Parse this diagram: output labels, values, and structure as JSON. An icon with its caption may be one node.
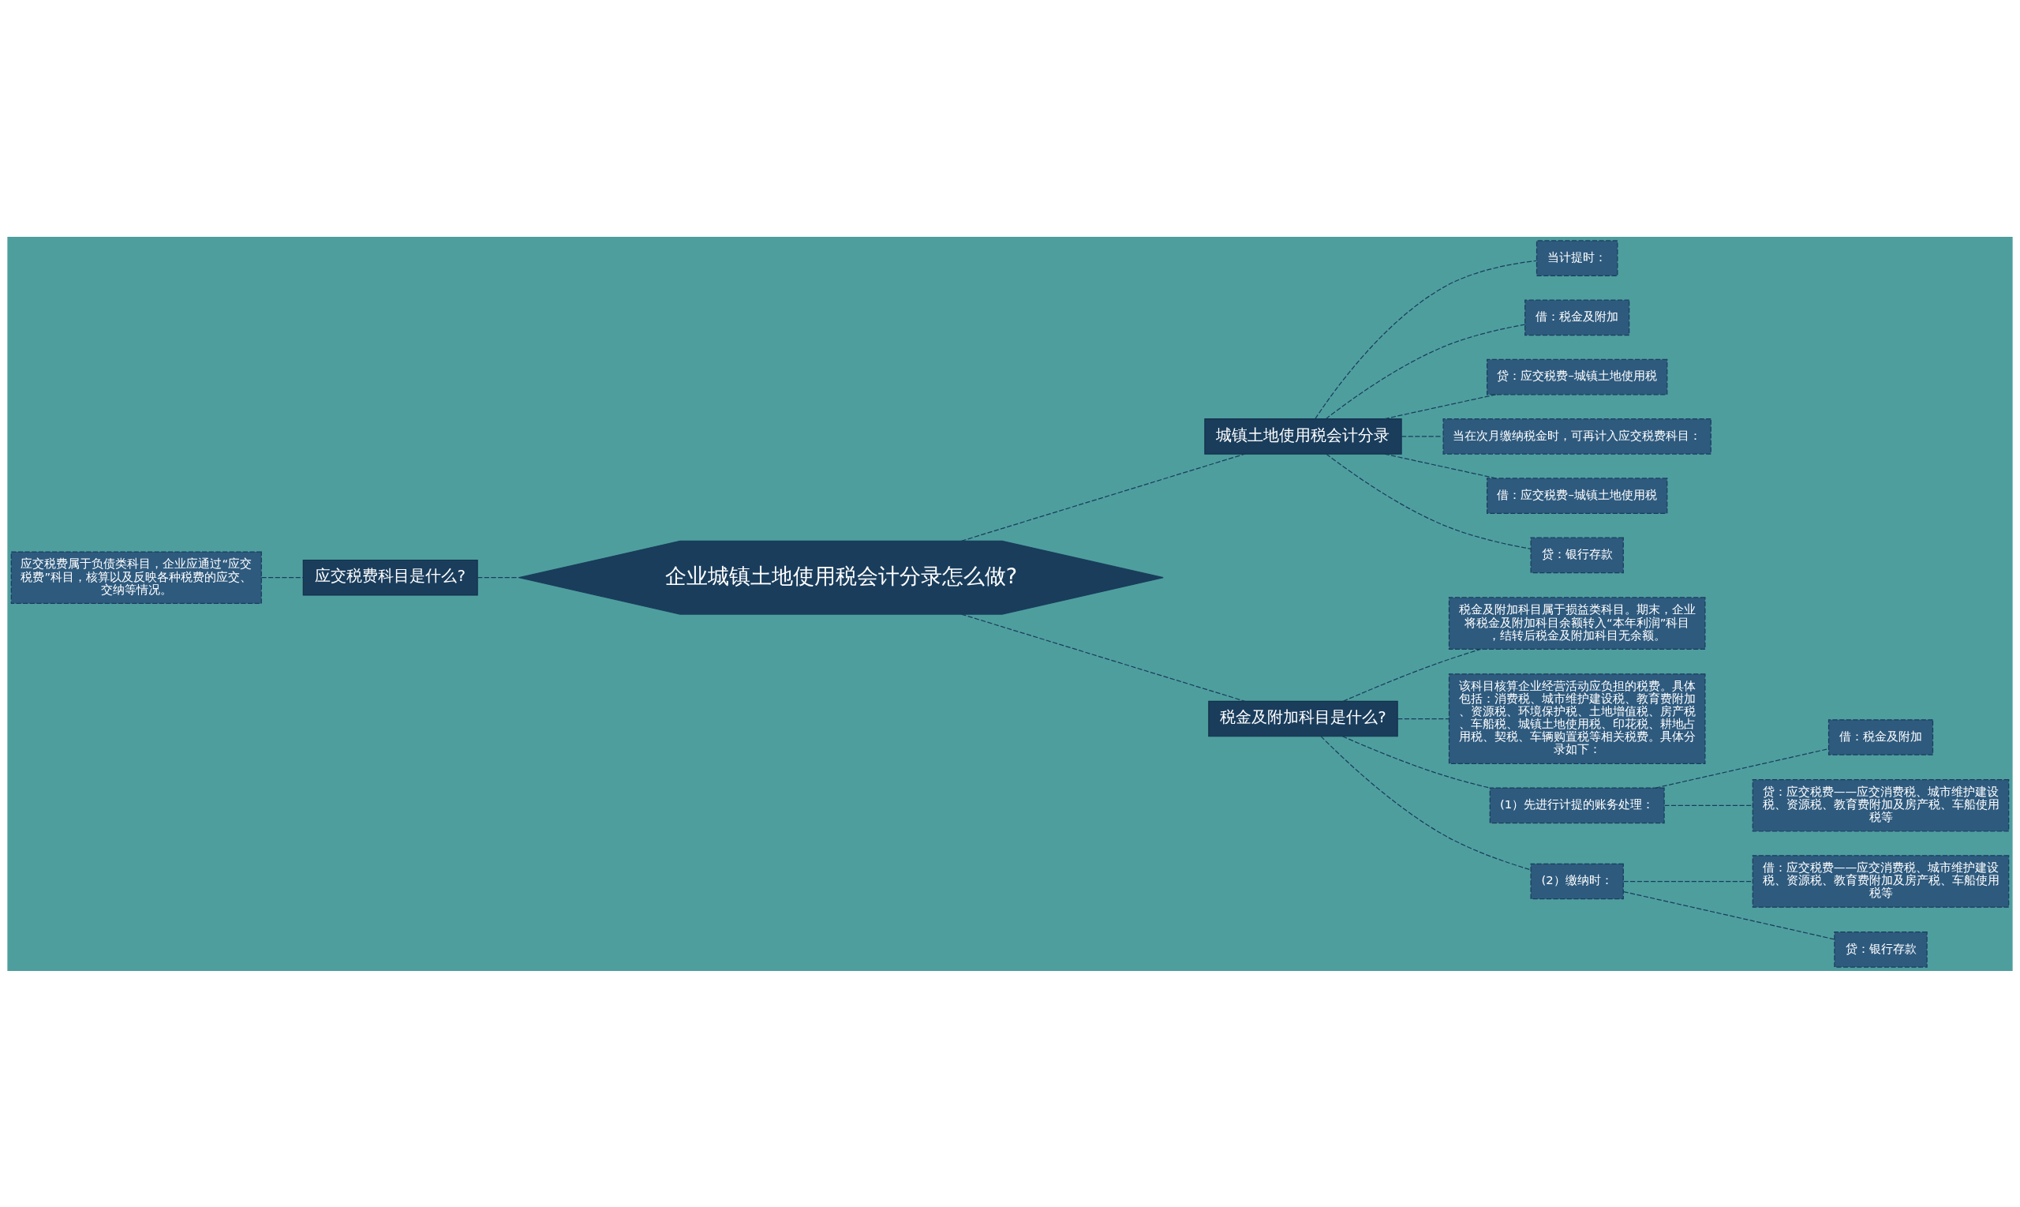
{
  "diagram": {
    "nodes": [
      {
        "text": [
          "应交税费属于负债类科目，企业应通过“应交税费”科目，核算以及反映各种税费的应交、交纳等情况。"
        ]
      },
      {
        "text": [
          "应交税费科目是什么?"
        ]
      },
      {
        "text": [
          "企业城镇土地使用税会计分录怎么做?"
        ]
      },
      {
        "text": [
          "城镇土地使用税会计分录"
        ]
      },
      {
        "text": [
          "当计提时："
        ]
      },
      {
        "text": [
          "借：税金及附加"
        ]
      },
      {
        "text": [
          "贷：应交税费–城镇土地使用税"
        ]
      },
      {
        "text": [
          "当在次月缴纳税金时，可再计入应交税费科目："
        ]
      },
      {
        "text": [
          "借：应交税费–城镇土地使用税"
        ]
      },
      {
        "text": [
          "贷：银行存款"
        ]
      },
      {
        "text": [
          "税金及附加科目是什么?"
        ]
      },
      {
        "text": [
          "税金及附加科目属于损益类科目。期末，企业将税金及附加科目余额转入“本年利润”科目，结转后税金及附加科目无余额。"
        ]
      },
      {
        "text": [
          "该科目核算企业经营活动应负担的税费。具体包括：消费税、城市维护建设税、教育费附加、资源税、环境保护税、土地增值税、房产税、车船税、城镇土地使用税、印花税、耕地占用税、契税、车辆购置税等相关税费。具体分录如下："
        ]
      },
      {
        "text": [
          "(1）先进行计提的账务处理："
        ]
      },
      {
        "text": [
          "借：税金及附加"
        ]
      },
      {
        "text": [
          "贷：应交税费——应交消费税、城市维护建设税、资源税、教育费附加及房产税、车船使用税等"
        ]
      },
      {
        "text": [
          "(2）缴纳时："
        ]
      },
      {
        "text": [
          "借：应交税费——应交消费税、城市维护建设税、资源税、教育费附加及房产税、车船使用税等"
        ]
      },
      {
        "text": [
          "贷：银行存款"
        ]
      }
    ],
    "edges": [
      {
        "from": 0,
        "to": 1,
        "arrow": "none"
      },
      {
        "from": 1,
        "to": 2,
        "arrow": "none"
      },
      {
        "from": 2,
        "to": 3,
        "arrow": "none"
      },
      {
        "from": 3,
        "to": 4,
        "arrow": "none"
      },
      {
        "from": 3,
        "to": 5,
        "arrow": "none"
      },
      {
        "from": 3,
        "to": 6,
        "arrow": "none"
      },
      {
        "from": 3,
        "to": 7,
        "arrow": "none"
      },
      {
        "from": 3,
        "to": 8,
        "arrow": "none"
      },
      {
        "from": 3,
        "to": 9,
        "arrow": "none"
      },
      {
        "from": 2,
        "to": 10,
        "arrow": "none"
      },
      {
        "from": 10,
        "to": 11,
        "arrow": "none"
      },
      {
        "from": 10,
        "to": 12,
        "arrow": "none"
      },
      {
        "from": 10,
        "to": 13,
        "arrow": "none"
      },
      {
        "from": 10,
        "to": 16,
        "arrow": "none"
      },
      {
        "from": 13,
        "to": 14,
        "arrow": "none"
      },
      {
        "from": 13,
        "to": 15,
        "arrow": "none"
      },
      {
        "from": 16,
        "to": 17,
        "arrow": "none"
      },
      {
        "from": 16,
        "to": 18,
        "arrow": "none"
      }
    ]
  }
}
